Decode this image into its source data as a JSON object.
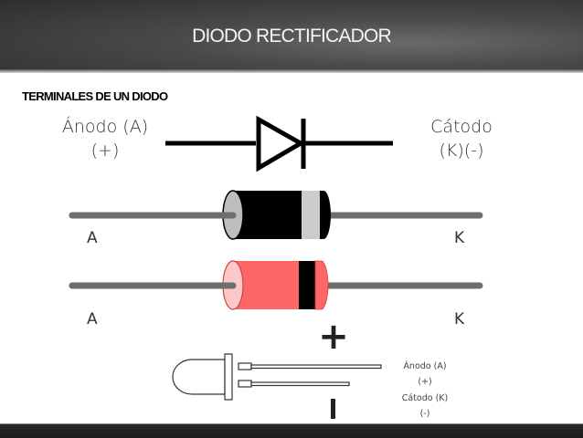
{
  "header": {
    "title": "DIODO RECTIFICADOR"
  },
  "section": {
    "subtitle": "TERMINALES DE UN DIODO"
  },
  "symbol": {
    "anode_label": "Ánodo (A)",
    "anode_sign": "(+)",
    "cathode_label": "Cátodo",
    "cathode_sign": "(K)(-)",
    "icon": "diode-symbol-icon"
  },
  "diode_black": {
    "left_label": "A",
    "right_label": "K",
    "body_color": "#000000",
    "band_color": "#cccccc",
    "icon": "rectifier-diode-black-icon"
  },
  "diode_red": {
    "left_label": "A",
    "right_label": "K",
    "body_color": "#ff6666",
    "band_color": "#000000",
    "icon": "rectifier-diode-red-icon"
  },
  "led": {
    "plus_sign": "+",
    "minus_sign": "-",
    "anode_label": "Ánodo (A)",
    "anode_sign": "(+)",
    "cathode_label": "Cátodo (K)",
    "cathode_sign": "(-)",
    "icon": "led-icon"
  },
  "colors": {
    "lead": "#6e6e6e",
    "header_bg": "#3c3c3c",
    "title_text": "#f4f4f4"
  }
}
